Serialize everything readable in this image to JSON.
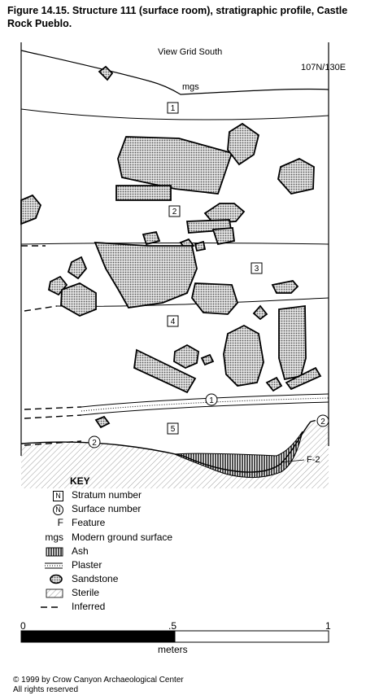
{
  "title": "Figure 14.15.  Structure 111 (surface room), stratigraphic profile, Castle Rock Pueblo.",
  "view_label": "View Grid South",
  "grid_label": "107N/130E",
  "mgs_label": "mgs",
  "stratum_numbers": [
    "1",
    "2",
    "3",
    "4",
    "5"
  ],
  "surface_numbers": [
    "1",
    "2",
    "2"
  ],
  "feature_label": "F-2",
  "key": {
    "title": "KEY",
    "items": [
      {
        "symbol": "N",
        "label": "Stratum number"
      },
      {
        "symbol": "N",
        "label": "Surface number"
      },
      {
        "symbol": "F",
        "label": "Feature"
      },
      {
        "symbol": "mgs",
        "label": "Modern ground surface"
      },
      {
        "symbol": "ash-swatch",
        "label": "Ash"
      },
      {
        "symbol": "plaster-swatch",
        "label": "Plaster"
      },
      {
        "symbol": "sandstone-swatch",
        "label": "Sandstone"
      },
      {
        "symbol": "sterile-swatch",
        "label": "Sterile"
      },
      {
        "symbol": "inferred-line",
        "label": "Inferred"
      }
    ]
  },
  "scale": {
    "ticks": [
      "0",
      ".5",
      "1"
    ],
    "unit": "meters"
  },
  "footer": {
    "line1": "© 1999 by Crow Canyon Archaeological Center",
    "line2": "All rights reserved"
  }
}
